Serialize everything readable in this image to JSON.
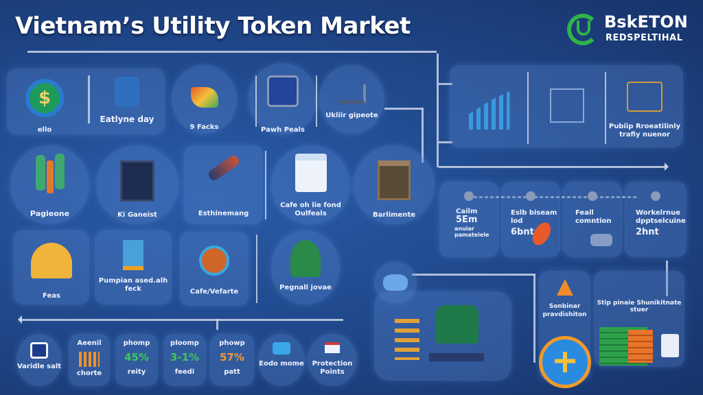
{
  "header": {
    "title": "Vietnam’s Utility Token Market",
    "logo_line1": "BskETON",
    "logo_line2": "REDSPELTIHAL"
  },
  "top_row": [
    "ello",
    "Eatlyne day",
    "9 Facks",
    "Pawh Peals",
    "Ukliir gipeote"
  ],
  "middle_row": [
    "Pagieone",
    "Ki Ganeist",
    "Esthinemang",
    "Cafe oh lie fond Oulfeals",
    "Barlimente"
  ],
  "third_row": [
    "Feas",
    "Pumpian ased.alh feck",
    "Cafe/Vefarte",
    "Pegnall jovae"
  ],
  "stats_row": [
    {
      "top": "",
      "value": "",
      "bottom": "Varidle salt"
    },
    {
      "top": "Aeenil",
      "value": "",
      "bottom": "chorte"
    },
    {
      "top": "phomp",
      "value": "45%",
      "bottom": "reity",
      "color": "#3fc65a"
    },
    {
      "top": "ploomp",
      "value": "3-1%",
      "bottom": "feedi",
      "color": "#3fc65a"
    },
    {
      "top": "phowp",
      "value": "57%",
      "bottom": "patt",
      "color": "#f59a2a"
    },
    {
      "top": "",
      "value": "",
      "bottom": "Eodo mome"
    },
    {
      "top": "",
      "value": "",
      "bottom": "Protection Points"
    }
  ],
  "right_top": [
    "",
    "",
    "Pubiip Rroeatilinly trafiy nuenor"
  ],
  "right_timeline": [
    {
      "title": "Cailm",
      "value": "5Em",
      "sub": "anuiar pamateiele"
    },
    {
      "title": "Eslb biseam lod",
      "value": "6bnt",
      "sub": ""
    },
    {
      "title": "Feall comntion",
      "value": "",
      "sub": ""
    },
    {
      "title": "Workelrnue dpptselcuine",
      "value": "2hnt",
      "sub": ""
    }
  ],
  "bottom_right": {
    "card1": "Sonbinar pravdishiton",
    "card2": "Stip pinaie Shunikitnate stuer"
  },
  "colors": {
    "accent_green": "#2fb34a",
    "accent_orange": "#f59a2a",
    "background": "#1f4688"
  }
}
